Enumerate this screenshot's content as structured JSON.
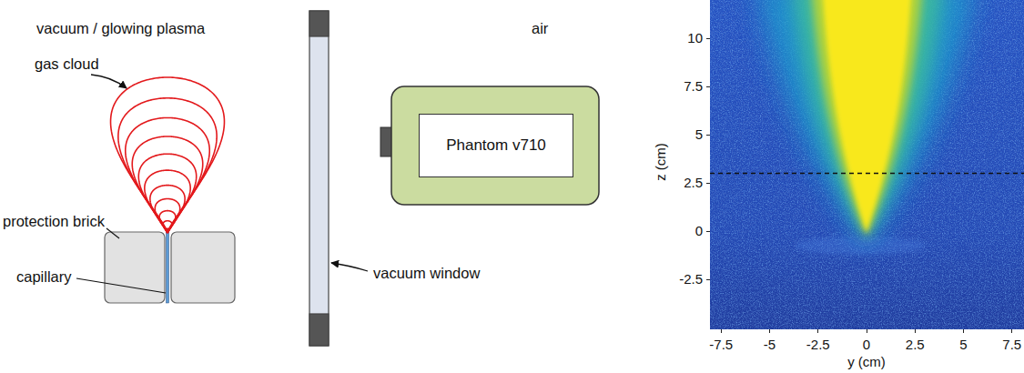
{
  "diagram": {
    "nodes": [
      {
        "text": [
          "Phantom v710"
        ]
      }
    ],
    "labels": [
      "vacuum / glowing plasma",
      "air",
      "gas cloud",
      "protection brick",
      "capillary",
      "vacuum window",
      "10",
      "7.5",
      "5",
      "2.5",
      "0",
      "-2.5",
      "z (cm)",
      "-7.5",
      "-5",
      "-2.5",
      "0",
      "2.5",
      "5",
      "7.5",
      "y (cm)"
    ]
  }
}
